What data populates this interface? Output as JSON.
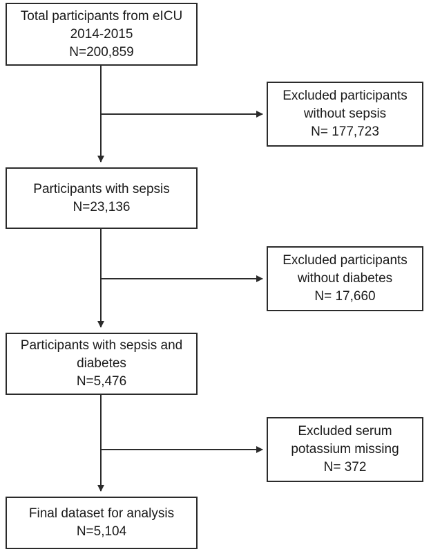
{
  "flowchart": {
    "main_steps": [
      {
        "lines": [
          "Total participants from eICU",
          "2014-2015",
          "N=200,859"
        ]
      },
      {
        "lines": [
          "Participants with sepsis",
          "N=23,136"
        ]
      },
      {
        "lines": [
          "Participants with sepsis and",
          "diabetes",
          "N=5,476"
        ]
      },
      {
        "lines": [
          "Final dataset for analysis",
          "N=5,104"
        ]
      }
    ],
    "exclusions": [
      {
        "lines": [
          "Excluded participants",
          "without sepsis",
          "N= 177,723"
        ]
      },
      {
        "lines": [
          "Excluded participants",
          "without diabetes",
          "N= 17,660"
        ]
      },
      {
        "lines": [
          "Excluded serum",
          "potassium missing",
          "N= 372"
        ]
      }
    ]
  },
  "colors": {
    "line": "#2b2b2b",
    "box_border": "#2b2b2b",
    "background": "#ffffff"
  }
}
